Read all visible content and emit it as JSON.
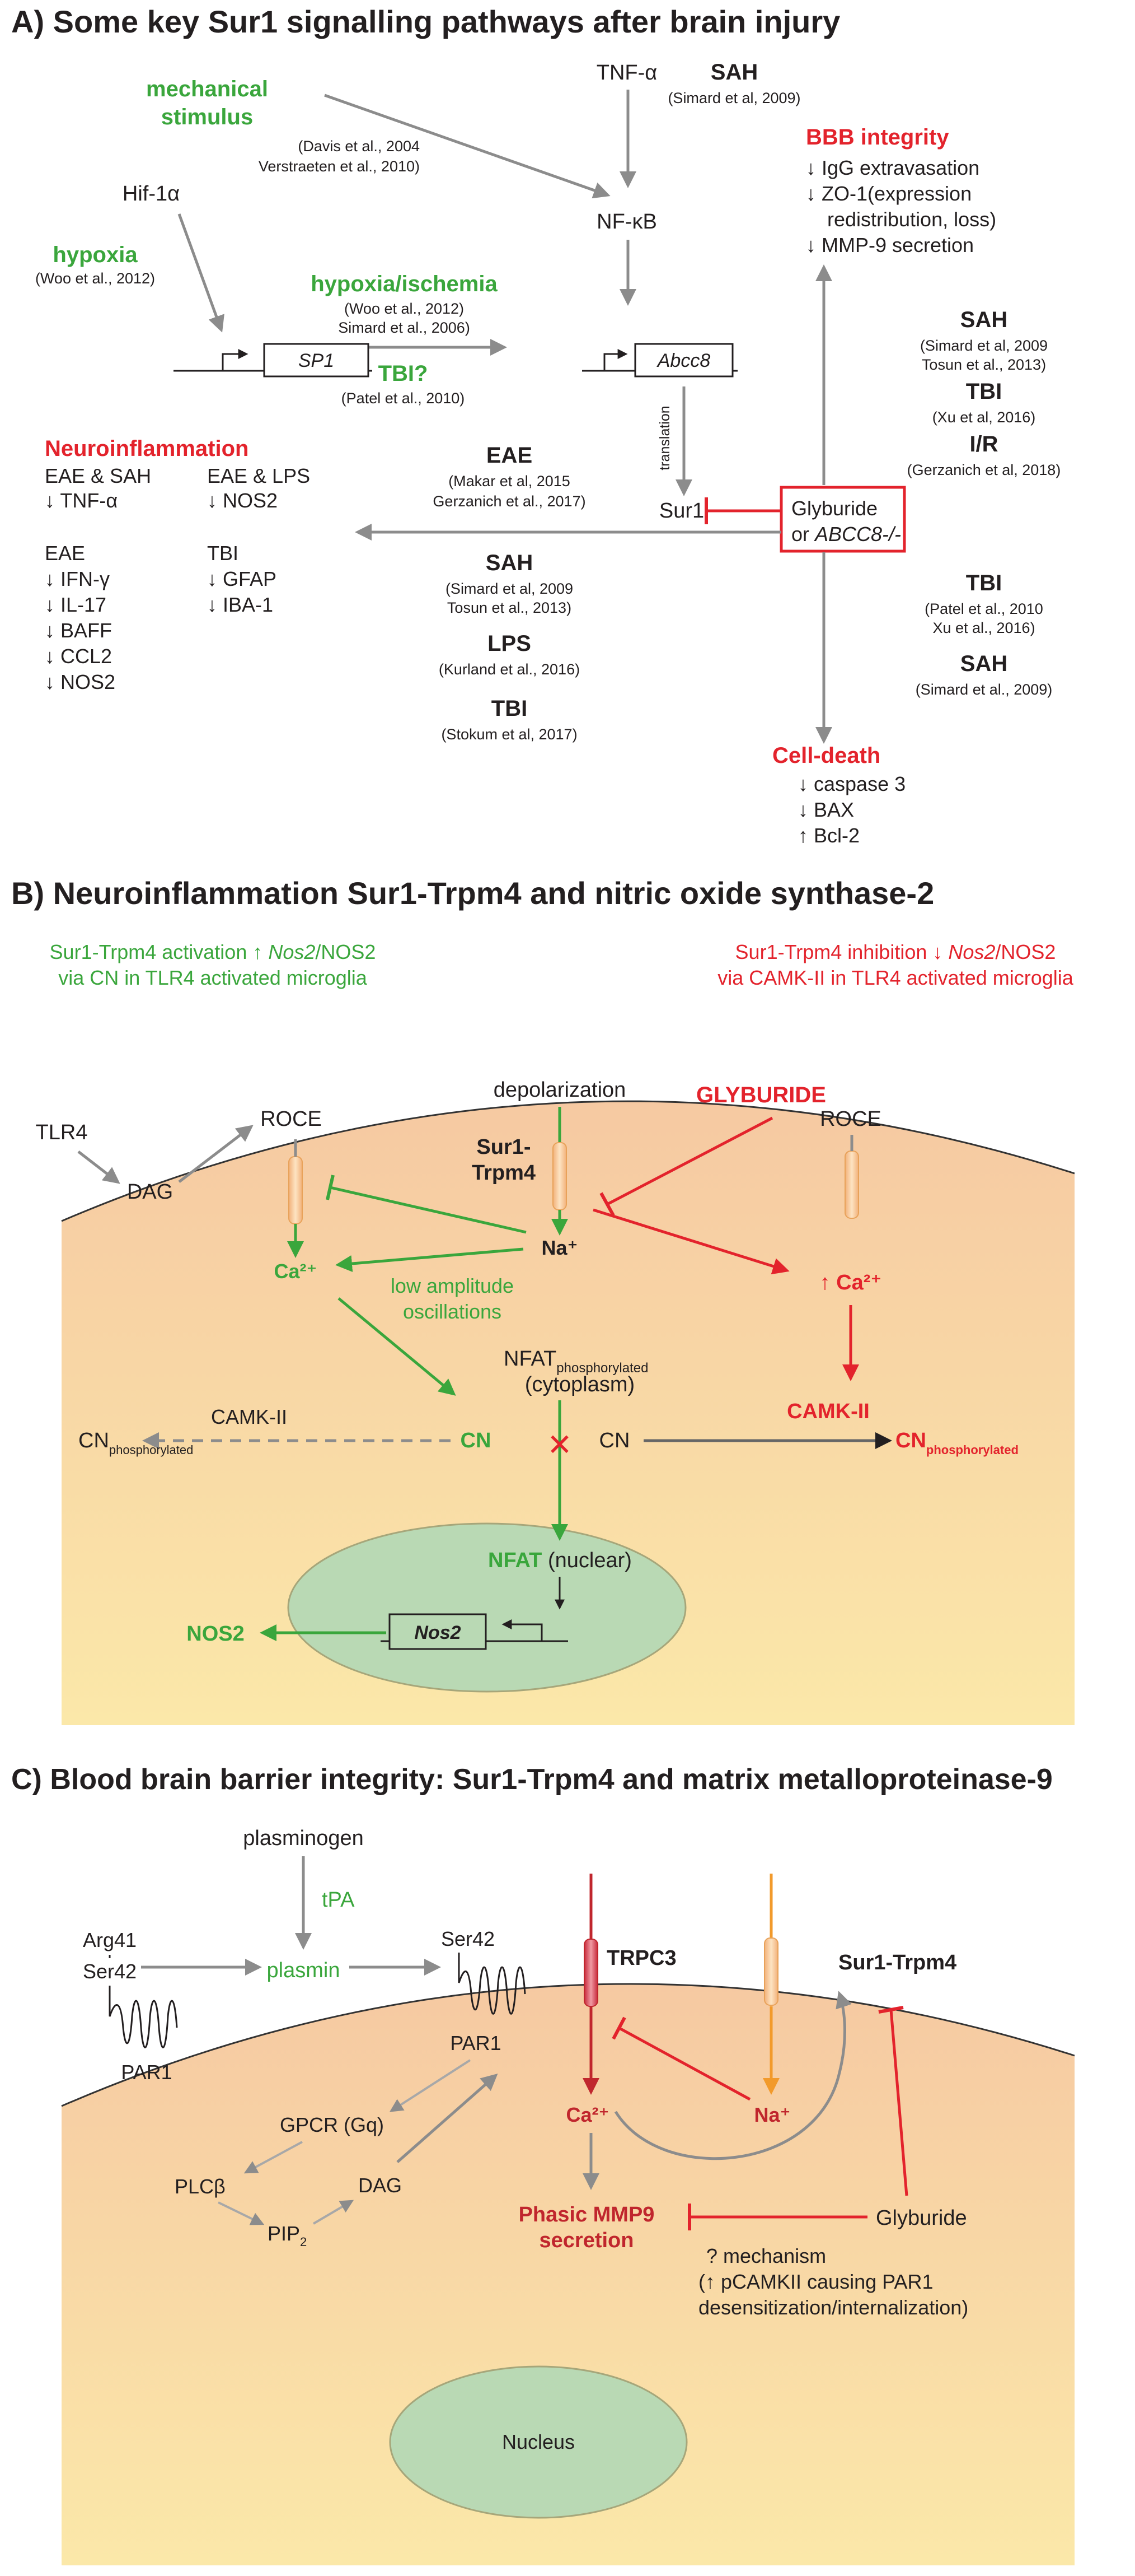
{
  "colors": {
    "green": "#3aa63c",
    "red": "#e3232c",
    "darkred": "#c0262d",
    "gray": "#8c8c8c",
    "text": "#231f20",
    "cell": "#f9dca0",
    "nucleus": "#b9d9b4",
    "orange": "#f29a2b",
    "channel_red": "#d02c3a"
  },
  "panelA": {
    "title": "A) Some key Sur1 signalling pathways after brain injury",
    "mech": {
      "l1": "mechanical",
      "l2": "stimulus"
    },
    "mech_ref": {
      "r1": "(Davis et al., 2004",
      "r2": "Verstraeten et al., 2010)"
    },
    "tnf": "TNF-α",
    "sah1": "SAH",
    "sah1_ref": "(Simard et al, 2009)",
    "nfkb": "NF-κB",
    "hif": "Hif-1α",
    "hypoxia": "hypoxia",
    "hypoxia_ref": "(Woo et al., 2012)",
    "hi": "hypoxia/ischemia",
    "hi_ref": {
      "r1": "(Woo et al., 2012)",
      "r2": "Simard et al., 2006)"
    },
    "tbiq": "TBI?",
    "tbiq_ref": "(Patel et al., 2010)",
    "sp1": "SP1",
    "abcc8": "Abcc8",
    "translation": "translation",
    "sur1": "Sur1",
    "bbb_title": "BBB integrity",
    "bbb": {
      "b1": "↓ IgG extravasation",
      "b2": "↓ ZO-1(expression",
      "b3": "redistribution, loss)",
      "b4": "↓ MMP-9 secretion"
    },
    "right_up": {
      "sah": "SAH",
      "sah_r1": "(Simard et al, 2009",
      "sah_r2": "Tosun et al., 2013)",
      "tbi": "TBI",
      "tbi_r": "(Xu et al, 2016)",
      "ir": "I/R",
      "ir_r": "(Gerzanich et al, 2018)"
    },
    "gly": {
      "l1": "Glyburide",
      "l2": "or ",
      "l2i": "ABCC8-/-"
    },
    "neuro_title": "Neuroinflammation",
    "neuro": {
      "c1h": "EAE & SAH",
      "c1a": "↓ TNF-α",
      "c2h": "EAE & LPS",
      "c2a": "↓ NOS2",
      "c3h": "EAE",
      "c3a": "↓ IFN-γ",
      "c3b": "↓ IL-17",
      "c3c": "↓ BAFF",
      "c3d": "↓ CCL2",
      "c3e": "↓ NOS2",
      "c4h": "TBI",
      "c4a": "↓ GFAP",
      "c4b": "↓ IBA-1"
    },
    "mid": {
      "eae": "EAE",
      "eae_r1": "(Makar et al, 2015",
      "eae_r2": "Gerzanich et al., 2017)",
      "sah": "SAH",
      "sah_r1": "(Simard et al, 2009",
      "sah_r2": "Tosun et al., 2013)",
      "lps": "LPS",
      "lps_r": "(Kurland et al., 2016)",
      "tbi": "TBI",
      "tbi_r": "(Stokum et al, 2017)"
    },
    "right_down": {
      "tbi": "TBI",
      "tbi_r1": "(Patel et al., 2010",
      "tbi_r2": "Xu et al., 2016)",
      "sah": "SAH",
      "sah_r": "(Simard et al., 2009)"
    },
    "death_title": "Cell-death",
    "death": {
      "d1": "↓ caspase 3",
      "d2": "↓ BAX",
      "d3": "↑ Bcl-2"
    }
  },
  "panelB": {
    "title": "B) Neuroinflammation Sur1-Trpm4 and nitric oxide synthase-2",
    "left_head": {
      "l1a": "Sur1-Trpm4 activation ↑ ",
      "l1b": "Nos2",
      "l1c": "/NOS2",
      "l2": "via CN in TLR4 activated microglia"
    },
    "right_head": {
      "l1a": "Sur1-Trpm4 inhibition ↓ ",
      "l1b": "Nos2",
      "l1c": "/NOS2",
      "l2": "via CAMK-II in TLR4 activated microglia"
    },
    "depol": "depolarization",
    "glyb": "GLYBURIDE",
    "sur1": "Sur1-",
    "trpm4": "Trpm4",
    "tlr4": "TLR4",
    "dag": "DAG",
    "roce": "ROCE",
    "roce2": "ROCE",
    "na": "Na⁺",
    "ca": "Ca²⁺",
    "ca2": "↑ Ca²⁺",
    "lao": {
      "l1": "low amplitude",
      "l2": "oscillations"
    },
    "nfatp": "NFAT",
    "nfatp_sub": "phosphorylated",
    "cyto": "(cytoplasm)",
    "camk_left": "CAMK-II",
    "cn_phos_left": "CN",
    "cn_phos_left_sub": "phosphorylated",
    "cn_green": "CN",
    "cross": "✕",
    "cn_right": "CN",
    "camk_right": "CAMK-II",
    "cn_phos_right": "CN",
    "cn_phos_right_sub": "phosphorylated",
    "nfat_n": "NFAT",
    "nfat_n_tail": " (nuclear)",
    "nos2": "NOS2",
    "nos2_gene": "Nos2"
  },
  "panelC": {
    "title": "C) Blood brain barrier integrity: Sur1-Trpm4 and matrix metalloproteinase-9",
    "plasminogen": "plasminogen",
    "tpa": "tPA",
    "plasmin": "plasmin",
    "arg41": "Arg41",
    "ser42a": "Ser42",
    "par1a": "PAR1",
    "ser42b": "Ser42",
    "par1b": "PAR1",
    "trpc3": "TRPC3",
    "sur1trpm4": "Sur1-Trpm4",
    "ca": "Ca²⁺",
    "na": "Na⁺",
    "gpcr": "GPCR (Gq)",
    "plc": "PLCβ",
    "dag": "DAG",
    "pip": "PIP",
    "pip_sub": "2",
    "mmp": {
      "l1": "Phasic MMP9",
      "l2": "secretion"
    },
    "glyb": "Glyburide",
    "mech": {
      "l1": "? mechanism",
      "l2": "(↑ pCAMKII causing PAR1",
      "l3": "desensitization/internalization)"
    },
    "nucleus": "Nucleus"
  }
}
